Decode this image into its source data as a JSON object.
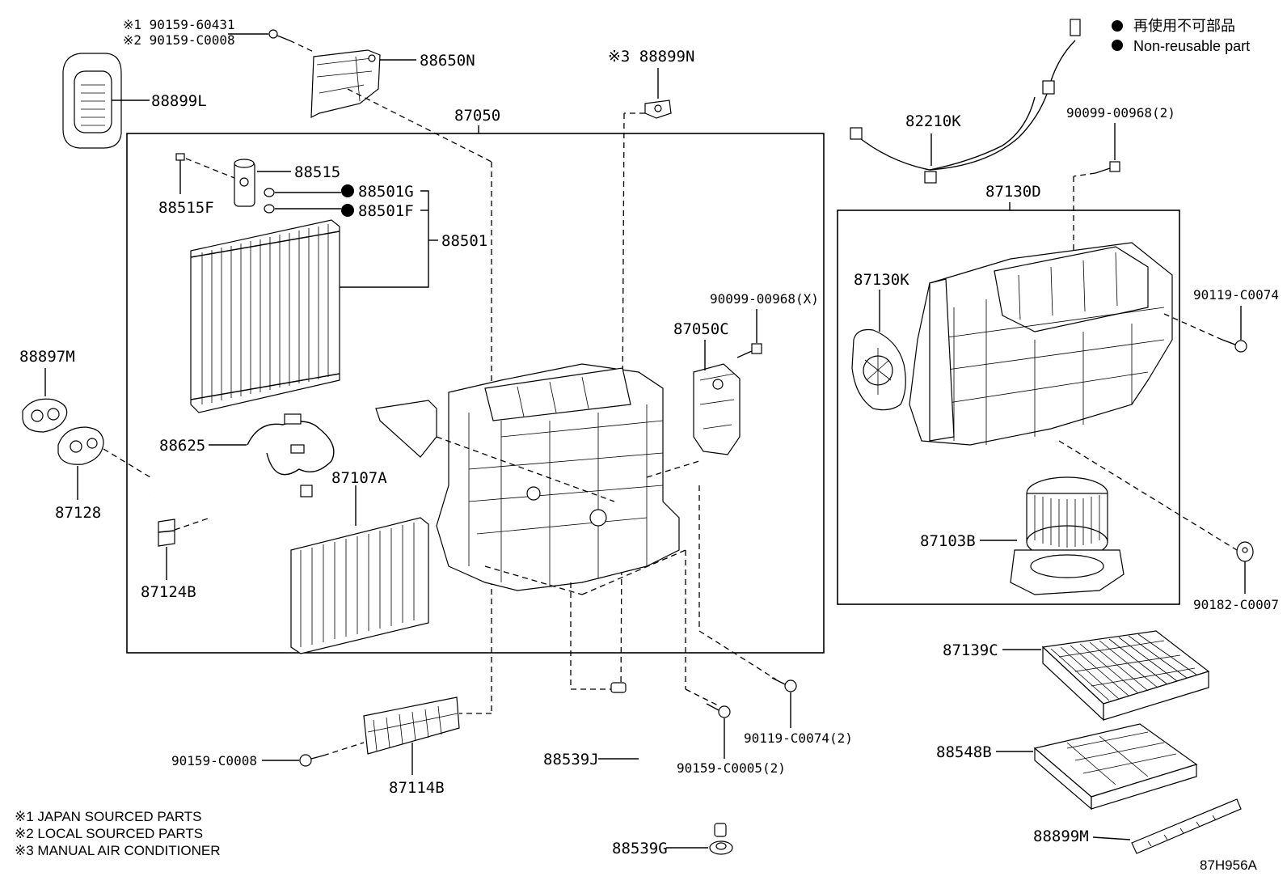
{
  "legend": {
    "line1": "再使用不可部品",
    "line2": "Non-reusable part"
  },
  "notes": [
    "※1 JAPAN SOURCED PARTS",
    "※2 LOCAL SOURCED PARTS",
    "※3 MANUAL AIR CONDITIONER"
  ],
  "figure_code": "87H956A",
  "parts": {
    "p_90159_60431": "※1 90159-60431",
    "p_90159_C0008_top": "※2 90159-C0008",
    "p_88650N": "88650N",
    "p_88899L": "88899L",
    "p_88899N": "※3 88899N",
    "p_87050": "87050",
    "p_88515": "88515",
    "p_88515F": "88515F",
    "p_88501G": "88501G",
    "p_88501F": "88501F",
    "p_88501": "88501",
    "p_88897M": "88897M",
    "p_88625": "88625",
    "p_87107A": "87107A",
    "p_87128": "87128",
    "p_87124B": "87124B",
    "p_90099_00968X": "90099-00968(X)",
    "p_87050C": "87050C",
    "p_82210K": "82210K",
    "p_90099_00968_2": "90099-00968(2)",
    "p_87130D": "87130D",
    "p_87130K": "87130K",
    "p_90119_C0074": "90119-C0074",
    "p_87103B": "87103B",
    "p_90182_C0007": "90182-C0007",
    "p_87139C": "87139C",
    "p_88548B": "88548B",
    "p_88899M": "88899M",
    "p_90159_C0008_bot": "90159-C0008",
    "p_87114B": "87114B",
    "p_88539J": "88539J",
    "p_88539G": "88539G",
    "p_90159_C0005_2": "90159-C0005(2)",
    "p_90119_C0074_2": "90119-C0074(2)"
  }
}
